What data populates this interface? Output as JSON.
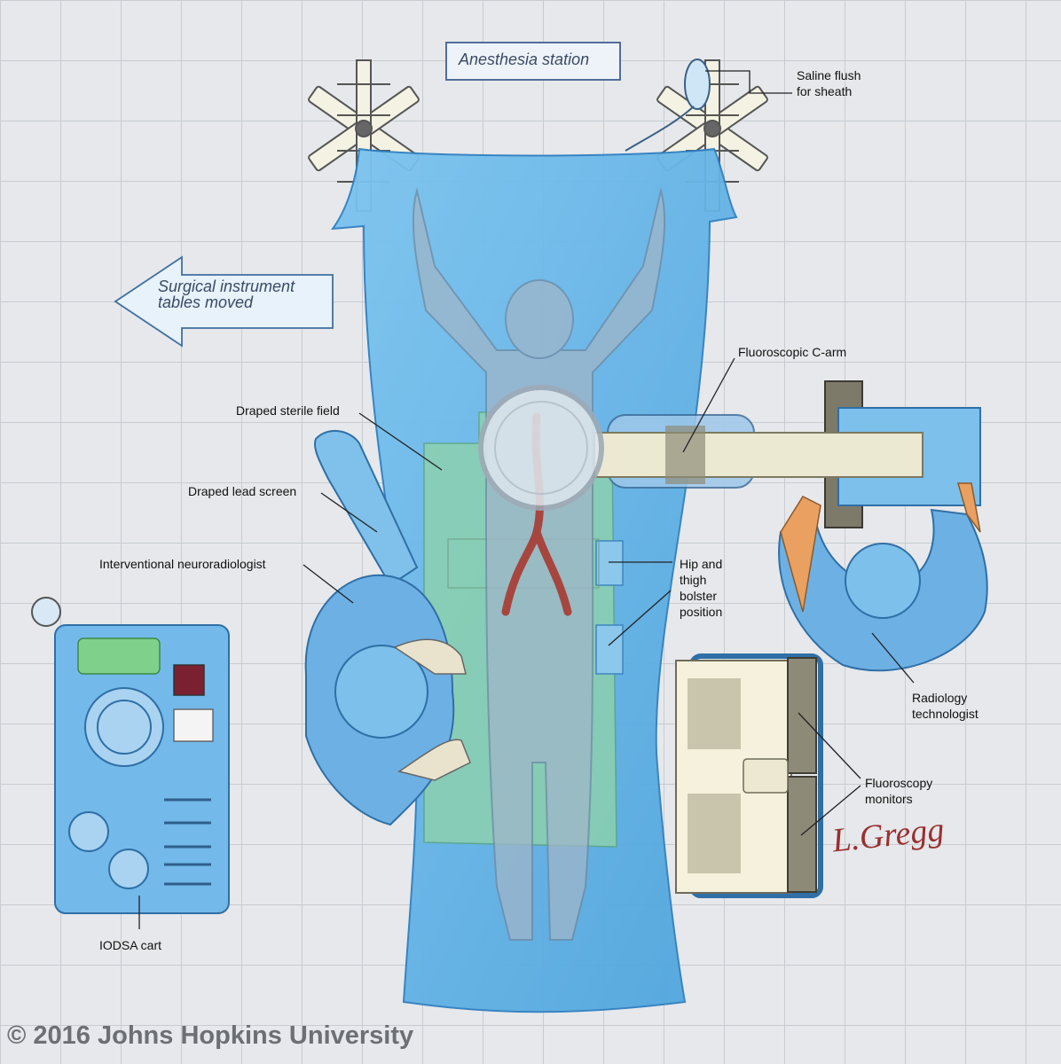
{
  "labels": {
    "anesthesia_station": "Anesthesia station",
    "saline_flush": "Saline flush\nfor sheath",
    "surgical_tables": "Surgical instrument\ntables moved",
    "fluoroscopic_carm": "Fluoroscopic C-arm",
    "draped_sterile_field": "Draped sterile field",
    "draped_lead_screen": "Draped lead screen",
    "interventional_neuroradiologist": "Interventional neuroradiologist",
    "hip_thigh_bolster": "Hip and\nthigh\nbolster\nposition",
    "radiology_technologist": "Radiology\ntechnologist",
    "fluoroscopy_monitors": "Fluoroscopy\nmonitors",
    "iodsa_cart": "IODSA cart"
  },
  "signature": "L.Gregg",
  "copyright": "© 2016 Johns Hopkins University",
  "colors": {
    "floor": "#e4e6e9",
    "grid": "#c9ccd1",
    "drape": "#6fb8ea",
    "drape_dark": "#3f93d1",
    "sterile_field": "#8fd0a8",
    "gown": "#6fb0e6",
    "carm": "#e8e6d2",
    "monitor_frame": "#8d8a78",
    "skin": "#e9a060"
  }
}
